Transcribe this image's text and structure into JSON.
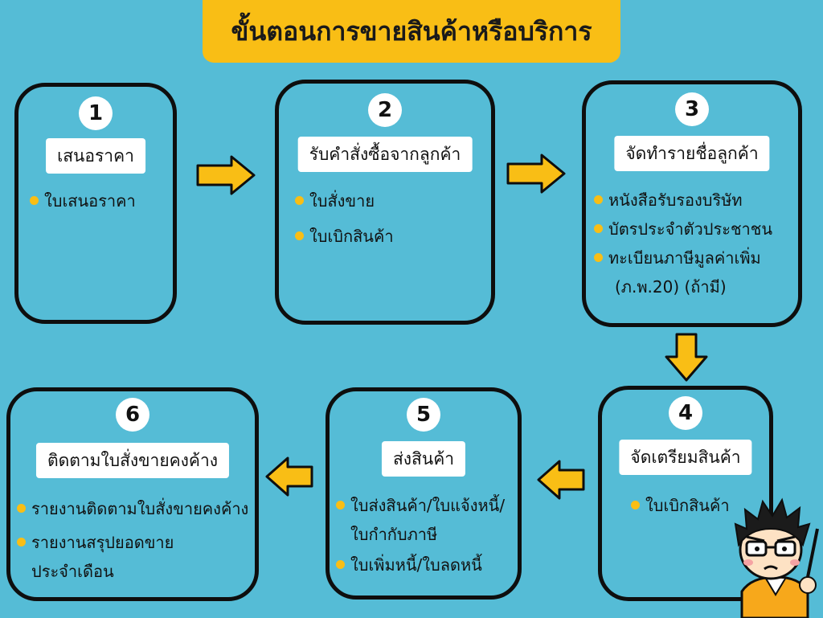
{
  "title": "ขั้นตอนการขายสินค้าหรือบริการ",
  "steps": [
    {
      "number": "1",
      "label": "เสนอราคา",
      "items": [
        "ใบเสนอราคา"
      ]
    },
    {
      "number": "2",
      "label": "รับคำสั่งซื้อจากลูกค้า",
      "items": [
        "ใบสั่งขาย",
        "ใบเบิกสินค้า"
      ]
    },
    {
      "number": "3",
      "label": "จัดทำรายชื่อลูกค้า",
      "items": [
        "หนังสือรับรองบริษัท",
        "บัตรประจำตัวประชาชน",
        "ทะเบียนภาษีมูลค่าเพิ่ม",
        "(ภ.พ.20) (ถ้ามี)"
      ]
    },
    {
      "number": "4",
      "label": "จัดเตรียมสินค้า",
      "items": [
        "ใบเบิกสินค้า"
      ]
    },
    {
      "number": "5",
      "label": "ส่งสินค้า",
      "items": [
        "ใบส่งสินค้า/ใบแจ้งหนี้/",
        "ใบกำกับภาษี",
        "ใบเพิ่มหนี้/ใบลดหนี้"
      ]
    },
    {
      "number": "6",
      "label": "ติดตามใบสั่งขายคงค้าง",
      "items": [
        "รายงานติดตามใบสั่งขายคงค้าง",
        "รายงานสรุปยอดขาย",
        "ประจำเดือน"
      ]
    }
  ],
  "colors": {
    "background": "#55bcd6",
    "accent": "#f9be15",
    "border": "#0e0e0e"
  },
  "icons": {
    "arrow": "arrow-icon",
    "mascot": "mascot-icon"
  }
}
